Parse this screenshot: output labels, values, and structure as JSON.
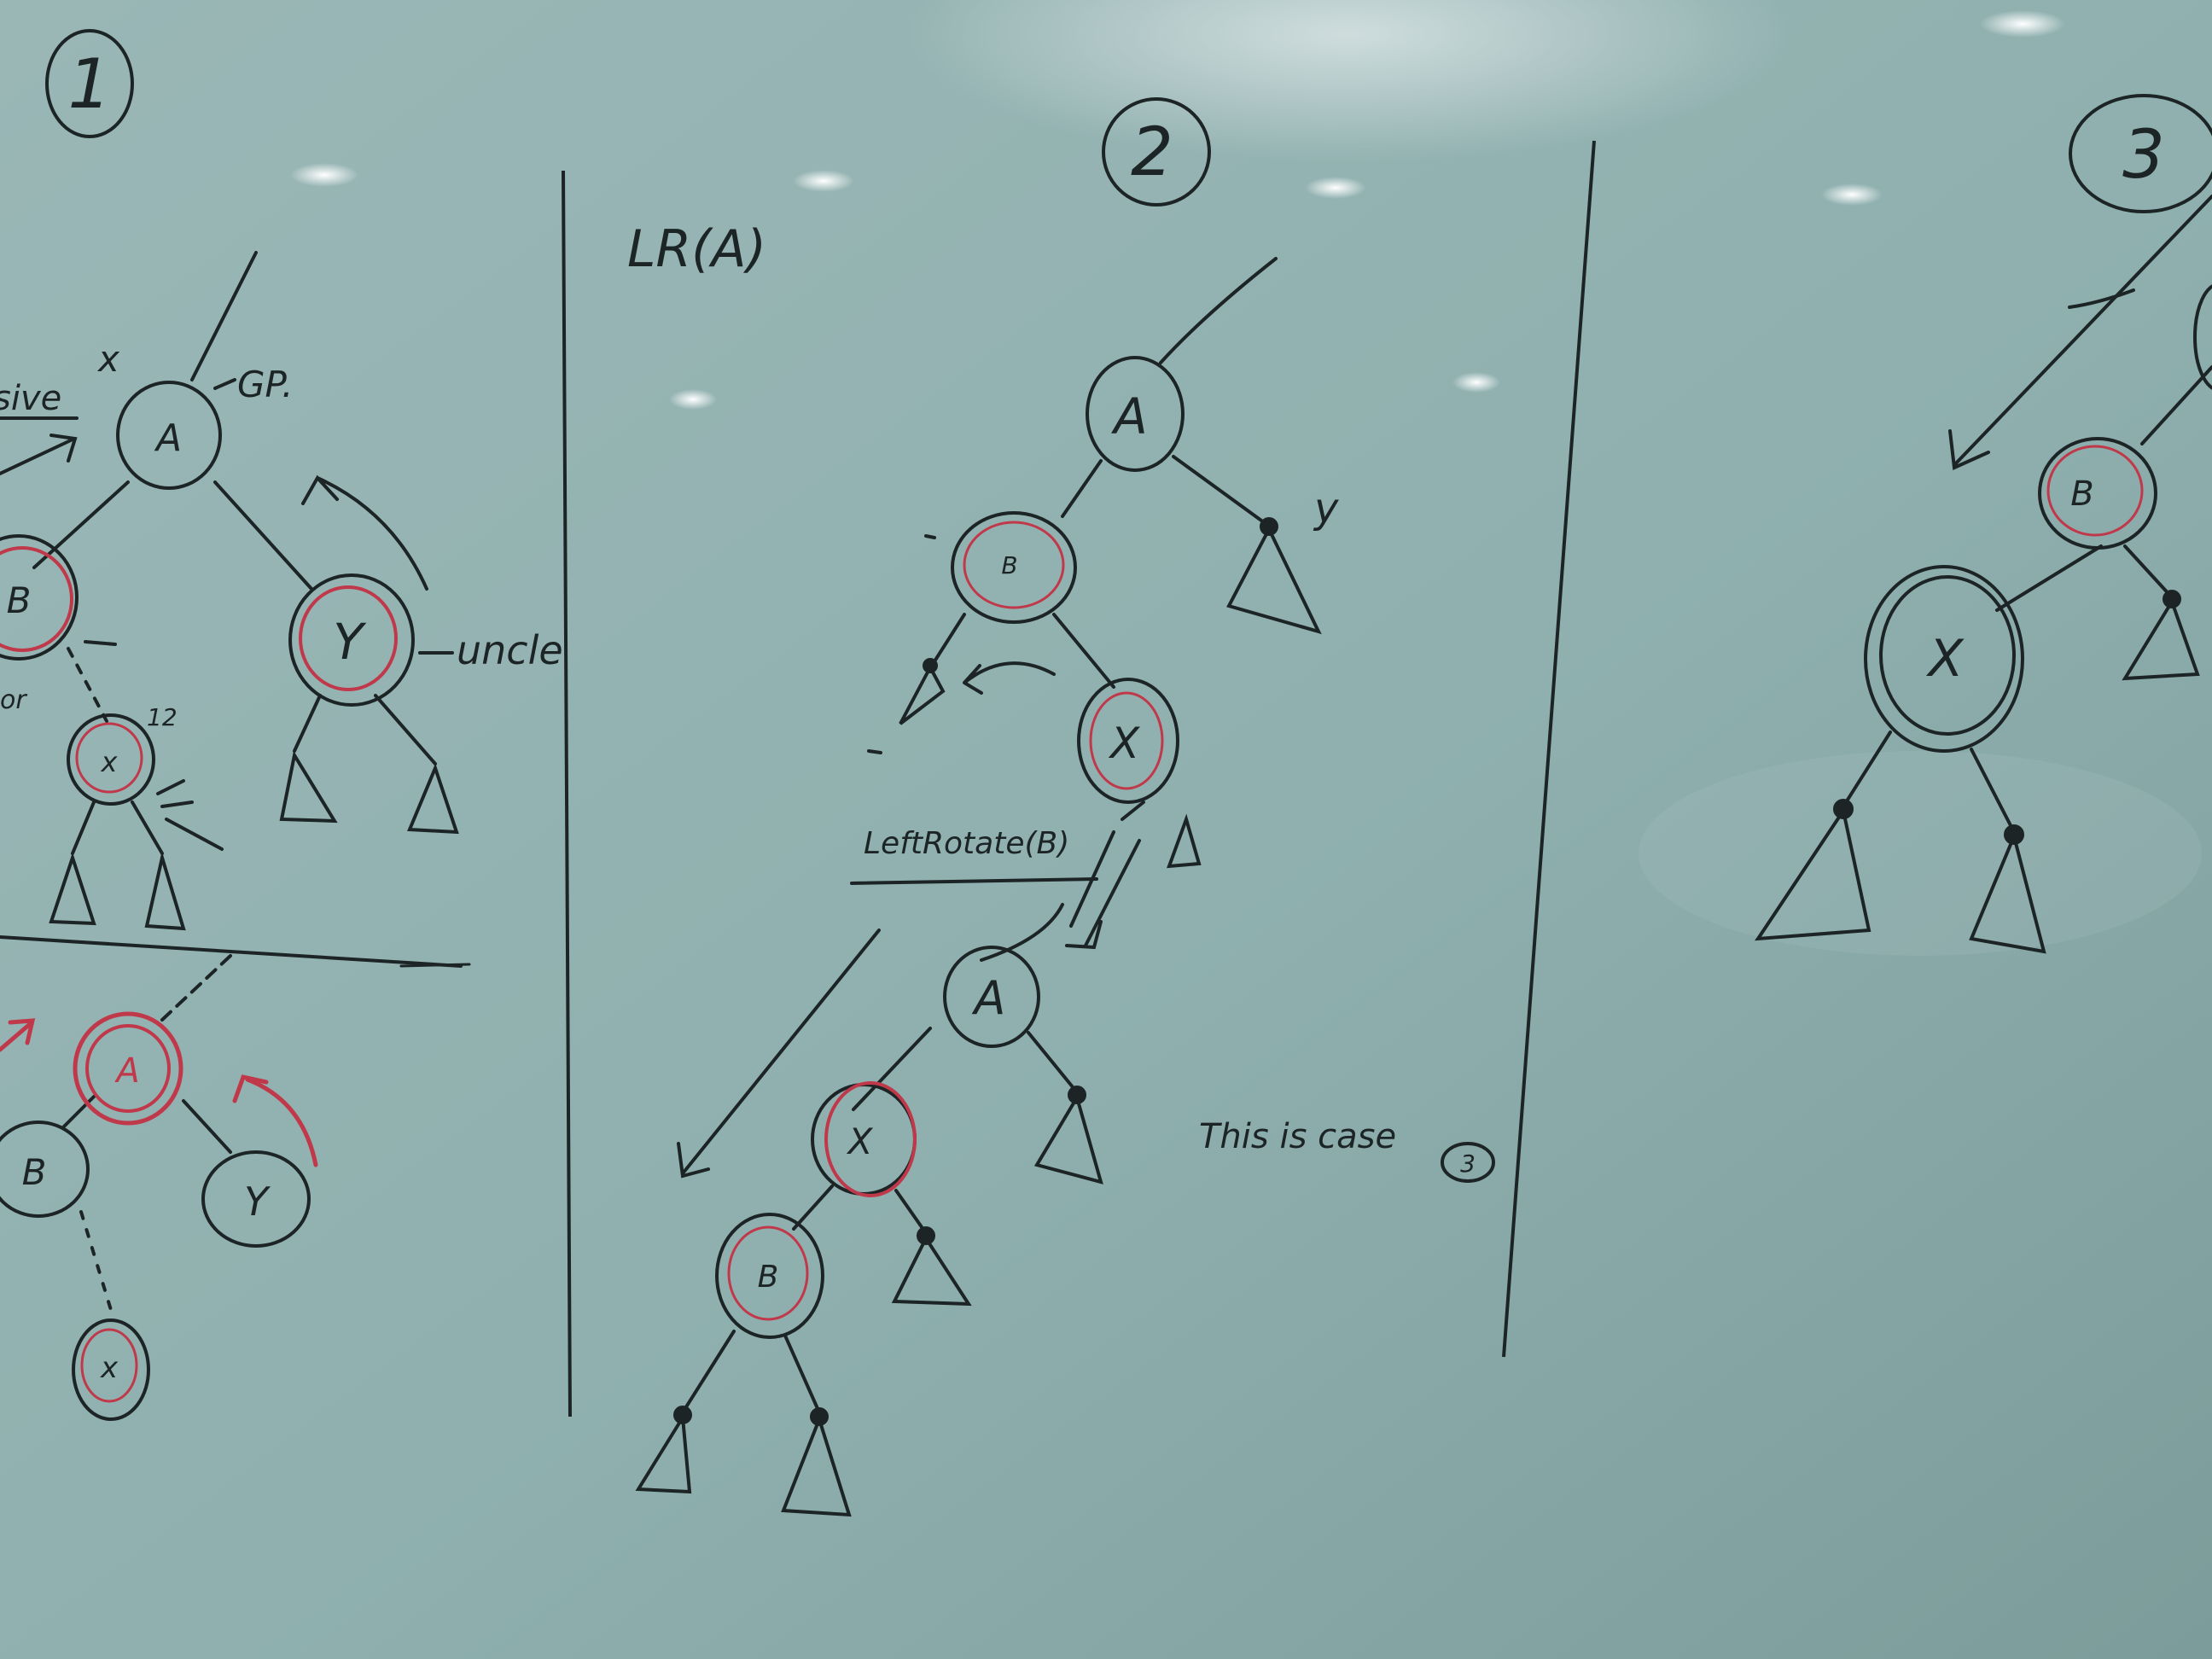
{
  "panels": {
    "one": {
      "number": "1",
      "case1_labels": {
        "x_mark": "x",
        "recursive": "sive",
        "gp": "GP.",
        "uncle": "uncle",
        "or": "or",
        "twelve": "12"
      },
      "case1_tree": {
        "a": "A",
        "b": "B",
        "y": "Y",
        "x": "x"
      },
      "recolor_tree": {
        "a": "A",
        "b": "B",
        "y": "Y",
        "x": "x"
      }
    },
    "two": {
      "number": "2",
      "title": "LR(A)",
      "top_tree": {
        "a": "A",
        "b": "B",
        "x": "X",
        "y": "y"
      },
      "rotate_label": "LeftRotate(B)",
      "bottom_tree": {
        "a": "A",
        "x": "X",
        "b": "B"
      },
      "note": "This is case",
      "note_case": "3"
    },
    "three": {
      "number": "3",
      "tree": {
        "b": "B",
        "x": "X"
      }
    }
  },
  "colors": {
    "board": "#8aa9a8",
    "marker_black": "#1c2426",
    "marker_red": "#c0394a"
  }
}
